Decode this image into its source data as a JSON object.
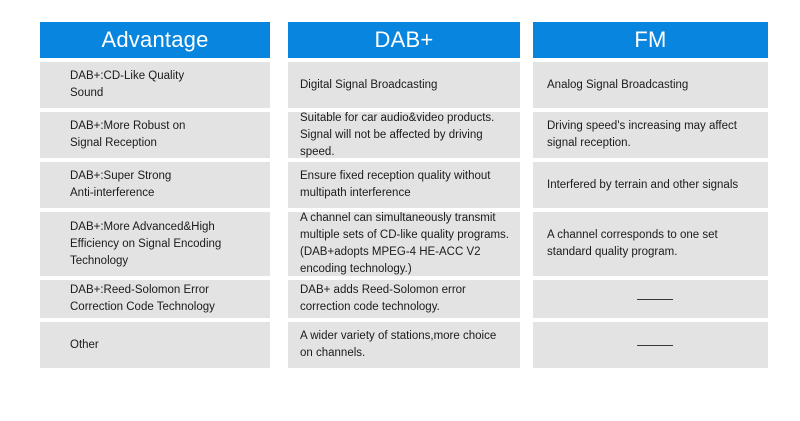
{
  "title": "DAB+ vs FM comparison table",
  "theme": {
    "header_blue": "#0885de",
    "cell_gray": "#e3e3e3",
    "page_background": "#ffffff",
    "text_color": "#1b1b1b",
    "header_text_color": "#ffffff"
  },
  "columns": [
    {
      "key": "advantage",
      "header": "Advantage"
    },
    {
      "key": "dab",
      "header": "DAB+"
    },
    {
      "key": "fm",
      "header": "FM"
    }
  ],
  "rows": [
    {
      "advantage": "DAB+:CD-Like Quality\nSound",
      "dab": "Digital Signal Broadcasting",
      "fm": "Analog Signal Broadcasting"
    },
    {
      "advantage": "DAB+:More Robust on\nSignal Reception",
      "dab": "Suitable for car audio&video products.\nSignal will not be affected by driving\nspeed.",
      "fm": "Driving speed's increasing may affect\nsignal reception."
    },
    {
      "advantage": "DAB+:Super Strong\nAnti-interference",
      "dab": "Ensure fixed reception quality without\nmultipath interference",
      "fm": "Interfered by terrain and other signals"
    },
    {
      "advantage": "DAB+:More Advanced&High\nEfficiency on Signal Encoding\nTechnology",
      "dab": "A channel can simultaneously transmit\nmultiple sets of CD-like quality programs.\n(DAB+adopts MPEG-4 HE-ACC V2\nencoding technology.)",
      "fm": "A channel corresponds to one set\nstandard quality program."
    },
    {
      "advantage": "DAB+:Reed-Solomon Error\nCorrection Code Technology",
      "dab": "DAB+ adds Reed-Solomon error\ncorrection code technology.",
      "fm": "——"
    },
    {
      "advantage": "Other",
      "dab": "A wider variety of stations,more choice\non channels.",
      "fm": "——"
    }
  ]
}
